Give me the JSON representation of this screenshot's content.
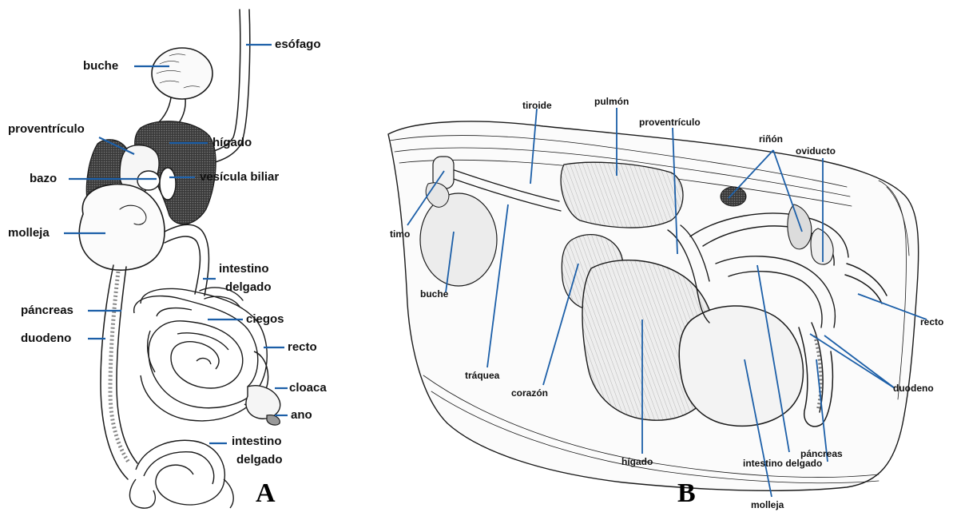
{
  "panel_a": {
    "letter": "A",
    "labels": {
      "esofago": "esófago",
      "buche": "buche",
      "proventriculo": "proventrículo",
      "higado": "hígado",
      "bazo": "bazo",
      "vesicula": "vesícula biliar",
      "molleja": "molleja",
      "intestino1a": "intestino",
      "intestino1b": "delgado",
      "pancreas": "páncreas",
      "duodeno": "duodeno",
      "ciegos": "ciegos",
      "recto": "recto",
      "cloaca": "cloaca",
      "ano": "ano",
      "intestino2a": "intestino",
      "intestino2b": "delgado"
    }
  },
  "panel_b": {
    "letter": "B",
    "labels": {
      "tiroide": "tiroide",
      "pulmon": "pulmón",
      "proventriculo": "proventrículo",
      "rinon": "riñón",
      "oviducto": "oviducto",
      "timo": "timo",
      "buche": "buche",
      "traquea": "tráquea",
      "corazon": "corazón",
      "higado": "hígado",
      "molleja": "molleja",
      "intestino": "intestino delgado",
      "pancreas": "páncreas",
      "duodeno": "duodeno",
      "recto": "recto"
    }
  },
  "colors": {
    "leader_lines": "#1c5fa8",
    "ink": "#1a1a1a",
    "background": "#ffffff"
  }
}
